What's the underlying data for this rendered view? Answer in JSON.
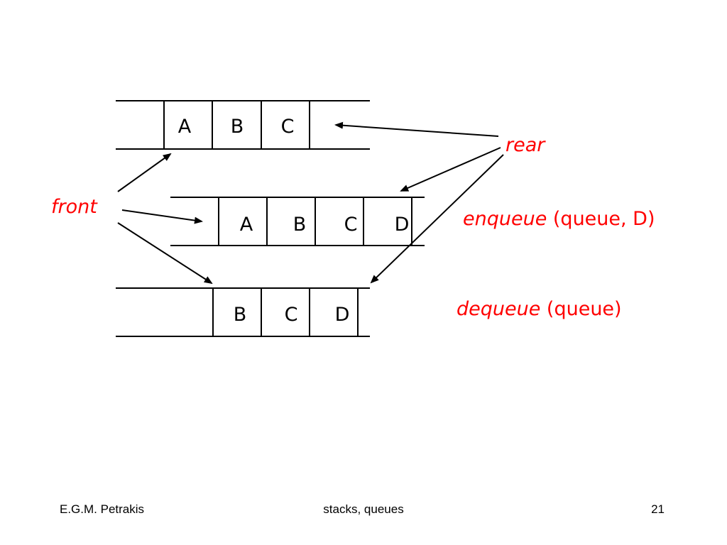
{
  "colors": {
    "ink": "#000000",
    "accent": "#ff0000",
    "background": "#ffffff"
  },
  "queues": [
    {
      "id": "initial",
      "cells": [
        "A",
        "B",
        "C"
      ]
    },
    {
      "id": "after-enqueue",
      "cells": [
        "A",
        "B",
        "C",
        "D"
      ]
    },
    {
      "id": "after-dequeue",
      "cells": [
        "B",
        "C",
        "D"
      ]
    }
  ],
  "labels": {
    "front": "front",
    "rear": "rear"
  },
  "operations": {
    "enqueue": {
      "name": "enqueue",
      "args": " (queue, D)"
    },
    "dequeue": {
      "name": "dequeue",
      "args": " (queue)"
    }
  },
  "footer": {
    "author": "E.G.M. Petrakis",
    "title": "stacks, queues",
    "page_number": "21"
  }
}
